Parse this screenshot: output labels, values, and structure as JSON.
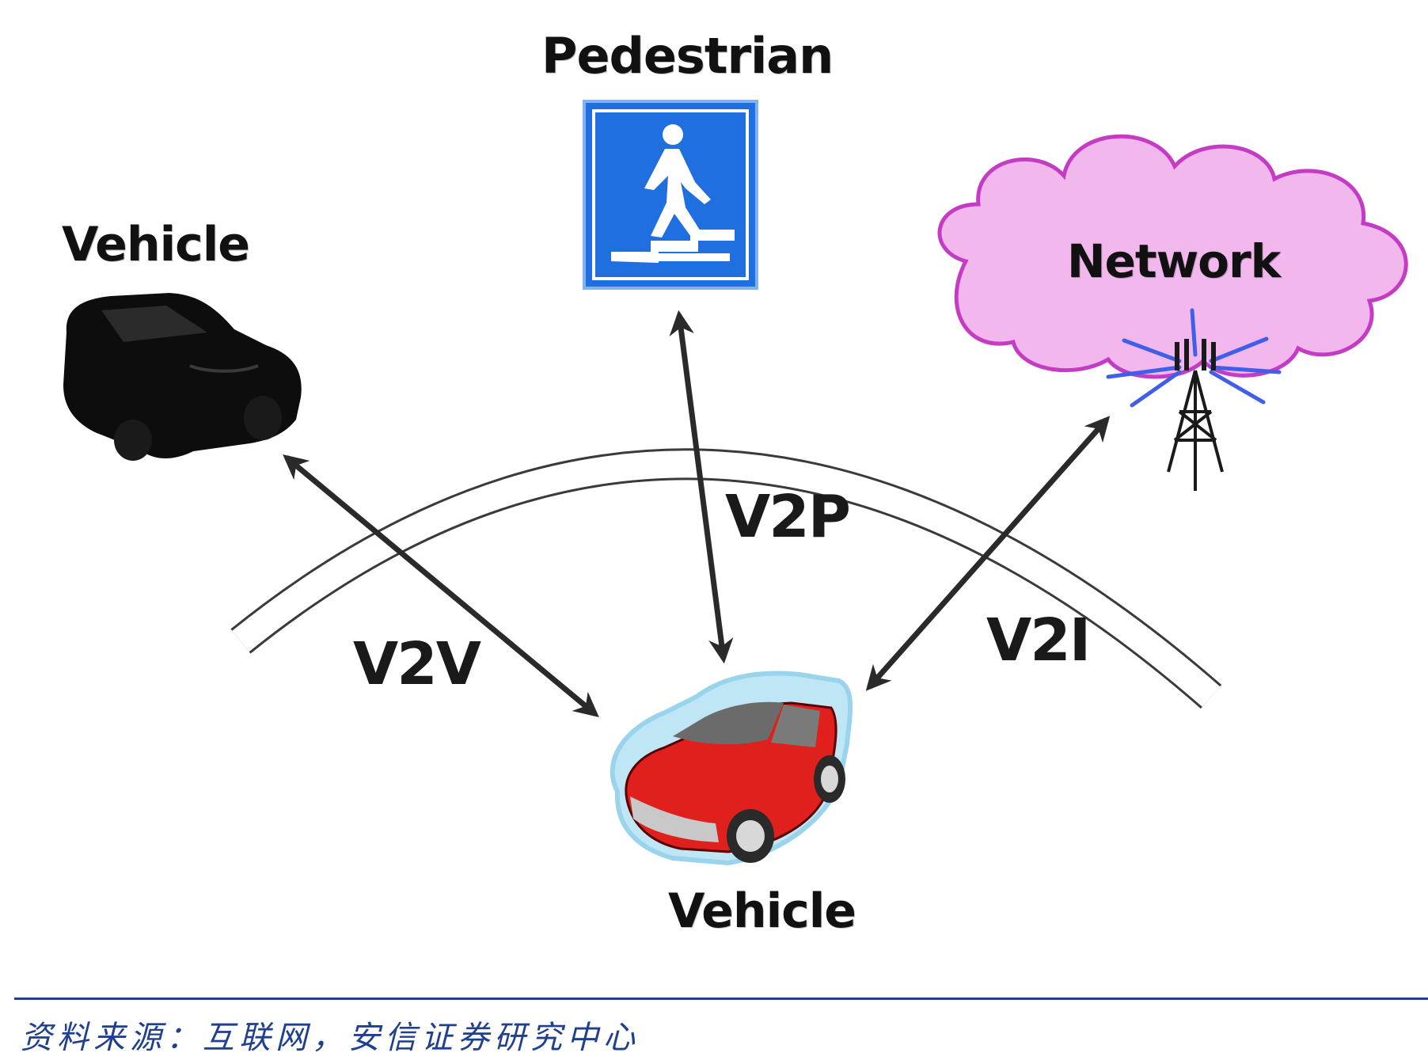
{
  "nodes": {
    "pedestrian": "Pedestrian",
    "vehicle_left": "Vehicle",
    "network": "Network",
    "vehicle_bottom": "Vehicle"
  },
  "links": {
    "v2v": "V2V",
    "v2p": "V2P",
    "v2i": "V2I"
  },
  "source": "资料来源：互联网，安信证券研究中心",
  "colors": {
    "pedestrian_sign": "#1f6fe0",
    "network_cloud": "#f2b8ee",
    "network_cloud_border": "#c43cc4",
    "red_car": "#e0201c",
    "source_text": "#1f3f8f"
  },
  "icons": [
    "pedestrian-sign-icon",
    "black-car-icon",
    "red-car-icon",
    "cloud-icon",
    "cell-tower-icon"
  ]
}
